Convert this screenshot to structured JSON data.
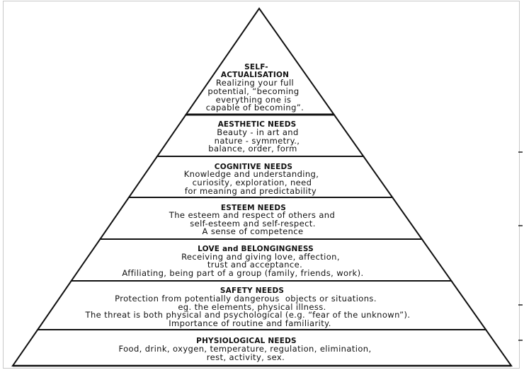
{
  "levels": [
    {
      "title": [
        "SELF-",
        "ACTUALISATION"
      ],
      "lines": [
        "Realizing your full",
        "potential, “becoming",
        "everything one is",
        "capable of becoming”."
      ]
    },
    {
      "title": [
        "AESTHETIC NEEDS"
      ],
      "lines": [
        "Beauty - in art and",
        "nature - symmetry.,",
        "balance, order, form"
      ]
    },
    {
      "title": [
        "COGNITIVE NEEDS"
      ],
      "lines": [
        "Knowledge and understanding,",
        "curiosity, exploration, need",
        "for meaning and predictability"
      ]
    },
    {
      "title": [
        "ESTEEM NEEDS"
      ],
      "lines": [
        "The esteem and respect of others and",
        "self-esteem and self-respect.",
        "A sense of competence"
      ]
    },
    {
      "title": [
        "LOVE and BELONGINGNESS"
      ],
      "lines": [
        "Receiving and giving love, affection,",
        "trust and acceptance.",
        "Affiliating, being part of a group (family, friends, work)."
      ]
    },
    {
      "title": [
        "SAFETY NEEDS"
      ],
      "lines": [
        "Protection from potentially dangerous  objects or situations.",
        "eg. the elements, physical illness.",
        "The threat is both physical and psychological (e.g. “fear of the unknown”).",
        "Importance of routine and familiarity."
      ]
    },
    {
      "title": [
        "PHYSIOLOGICAL NEEDS"
      ],
      "lines": [
        "Food, drink, oxygen, temperature, regulation, elimination,",
        "rest, activity, sex."
      ]
    }
  ],
  "colors": {
    "line": "#111111",
    "text": "#111111",
    "background": "#ffffff",
    "frame": "#c8c8c8"
  }
}
